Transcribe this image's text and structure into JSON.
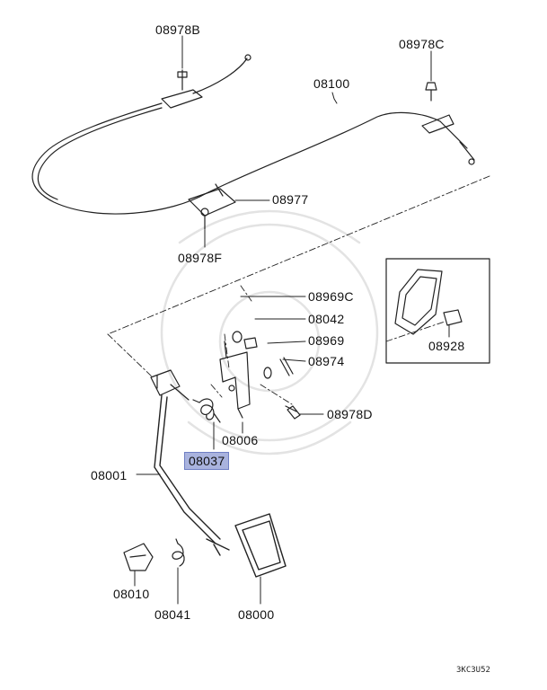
{
  "parts": {
    "p08978B": "08978B",
    "p08978C": "08978C",
    "p08100": "08100",
    "p08977": "08977",
    "p08978F": "08978F",
    "p08969C": "08969C",
    "p08042": "08042",
    "p08969": "08969",
    "p08974": "08974",
    "p08928": "08928",
    "p08978D": "08978D",
    "p08006": "08006",
    "p08037": "08037",
    "p08001": "08001",
    "p08010": "08010",
    "p08041": "08041",
    "p08000": "08000"
  },
  "diagram_code": "3KC3U52",
  "highlight_color": "#a9b3de"
}
